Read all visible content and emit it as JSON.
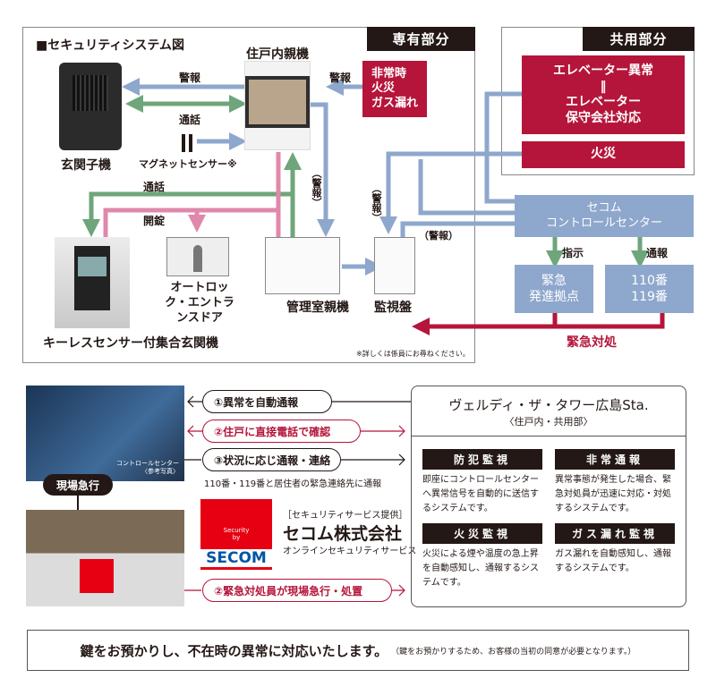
{
  "diagram": {
    "title": "■セキュリティシステム図",
    "private_header": "専有部分",
    "common_header": "共用部分",
    "devices": {
      "entrance_unit": "玄関子機",
      "indoor_monitor": "住戸内親機",
      "keyless_entrance": "キーレスセンサー付集合玄関機",
      "autolock_door": "オートロック・エントランスドア",
      "manager_unit": "管理室親機",
      "monitor_panel": "監視盤"
    },
    "magnet_sensor": "マグネットセンサー※",
    "emergency_box": [
      "非常時",
      "火災",
      "ガス漏れ"
    ],
    "elevator_box": [
      "エレベーター異常",
      "‖",
      "エレベーター",
      "保守会社対応"
    ],
    "fire_box": "火災",
    "control_center": [
      "セコム",
      "コントロールセンター"
    ],
    "dispatch_base": [
      "緊急",
      "発進拠点"
    ],
    "emergency_numbers": [
      "110番",
      "119番"
    ],
    "arrow_labels": {
      "alarm": "警報",
      "call": "通話",
      "call2": "通話",
      "unlock": "開錠",
      "alarm_paren": "（警報）",
      "instruct": "指示",
      "report": "通報",
      "emergency": "緊急対処"
    },
    "note": "※詳しくは係員にお尋ねください。"
  },
  "flow": {
    "photo_caption": [
      "コントロールセンター",
      "〈参考写真〉"
    ],
    "rush_label": "現場急行",
    "steps": [
      "①異常を自動通報",
      "②住戸に直接電話で確認",
      "③状況に応じ通報・連絡",
      "②緊急対処員が現場急行・処置"
    ],
    "step3_note": "110番・119番と居住者の緊急連絡先に通報",
    "provider_label": "［セキュリティサービス提供］",
    "company": "セコム株式会社",
    "company_sub": "オンラインセキュリティサービス",
    "logo_text": [
      "Security",
      "by",
      "SECOM"
    ]
  },
  "services": {
    "building": "ヴェルディ・ザ・タワー広島Sta.",
    "scope": "〈住戸内・共用部〉",
    "items": [
      {
        "title": "防犯監視",
        "text": "即座にコントロールセンターへ異常信号を自動的に送信するシステムです。"
      },
      {
        "title": "非常通報",
        "text": "異常事態が発生した場合、緊急対処員が迅速に対応・対処するシステムです。"
      },
      {
        "title": "火災監視",
        "text": "火災による煙や温度の急上昇を自動感知し、通報するシステムです。"
      },
      {
        "title": "ガス漏れ監視",
        "text": "ガス漏れを自動感知し、通報するシステムです。"
      }
    ]
  },
  "footer": {
    "main": "鍵をお預かりし、不在時の異常に対応いたします。",
    "note": "（鍵をお預かりするため、お客様の当初の同意が必要となります。）"
  },
  "colors": {
    "red": "#b5153a",
    "blue": "#8ea7cc",
    "green": "#6fa57a",
    "pink": "#e088ab"
  }
}
